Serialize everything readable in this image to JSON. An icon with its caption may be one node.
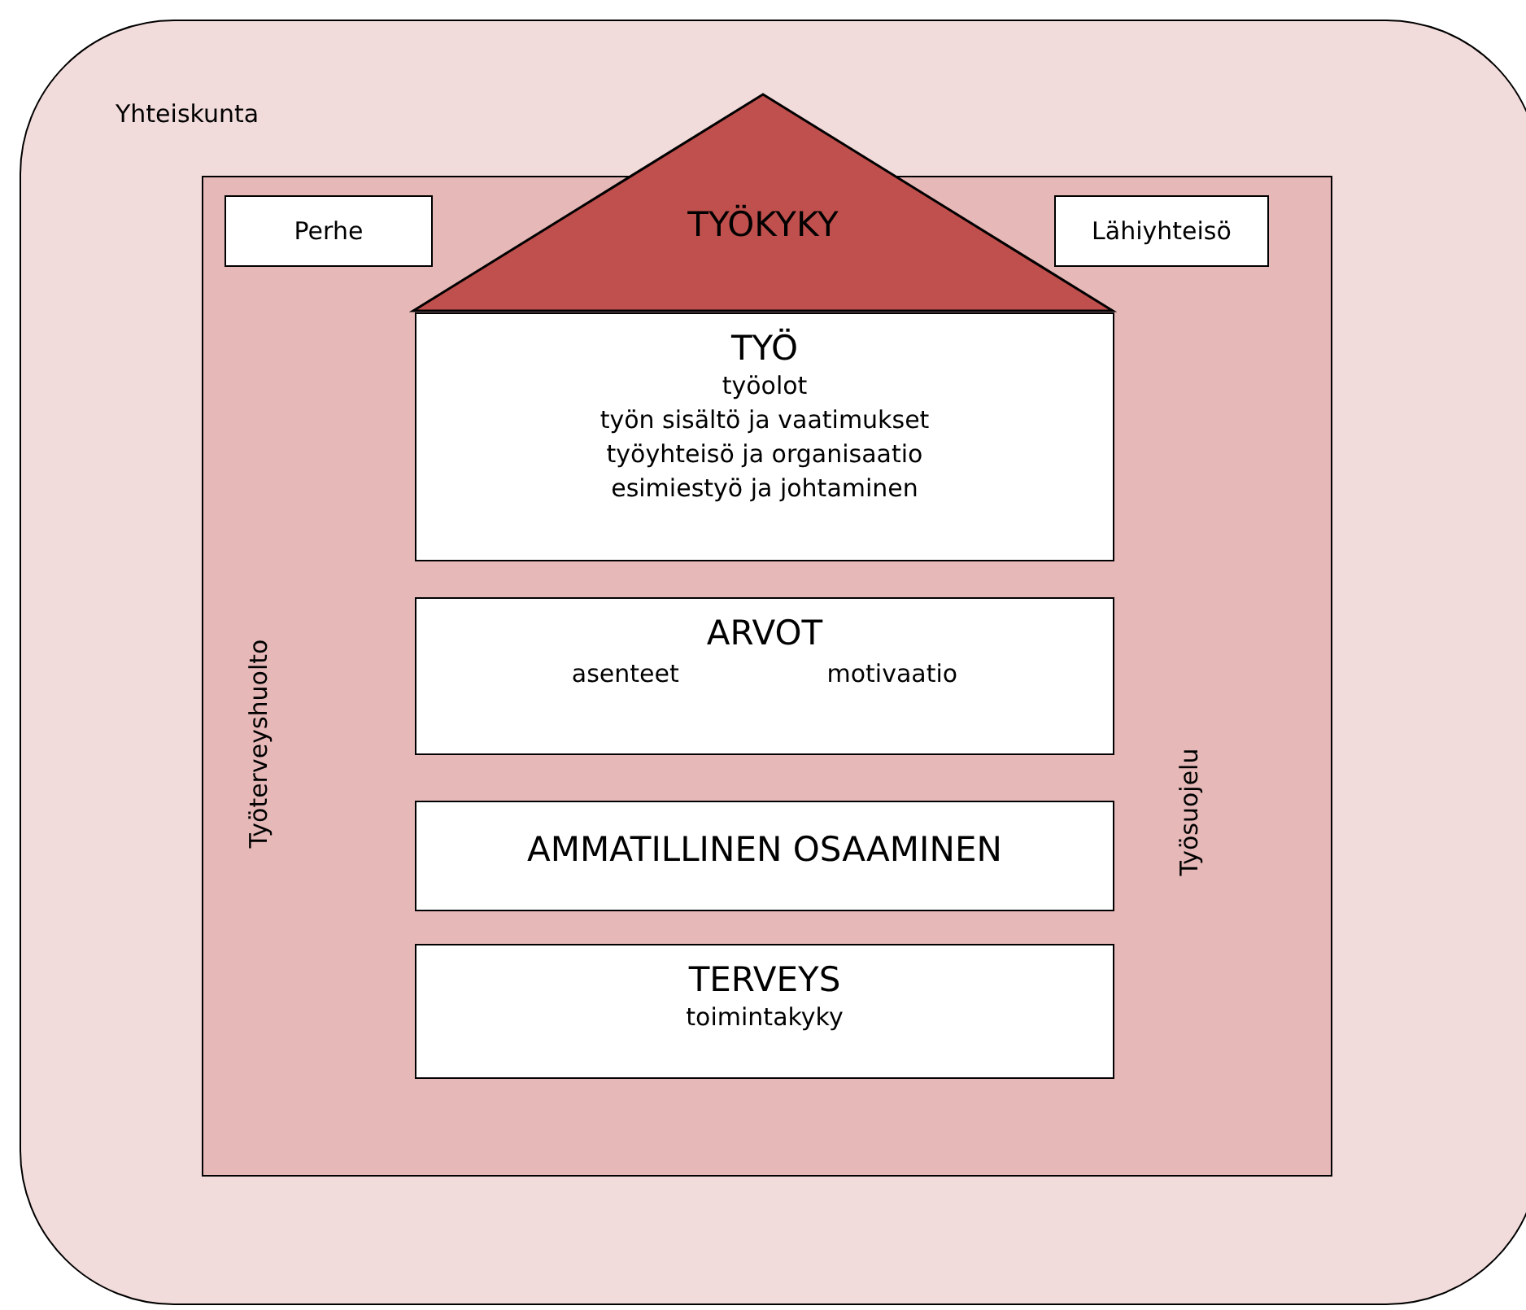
{
  "diagram": {
    "nodes": [
      {
        "text": [
          "Yhteiskunta"
        ]
      },
      {
        "text": [],
        "shape": "box",
        "in": 0
      },
      {
        "text": [
          "Perhe"
        ],
        "in": 1
      },
      {
        "text": [
          "TYÖKYKY"
        ],
        "in": 0
      },
      {
        "text": [
          "Lähiyhteisö"
        ],
        "in": 1
      },
      {
        "text": [
          "TYÖ",
          "työolot",
          "työn sisältö ja vaatimukset",
          "työyhteisö ja organisaatio",
          "esimiestyö ja johtaminen"
        ],
        "in": 1
      },
      {
        "text": [
          "ARVOT",
          "asenteet",
          "motivaatio"
        ],
        "in": 1
      },
      {
        "text": [
          "AMMATILLINEN OSAAMINEN"
        ],
        "in": 1
      },
      {
        "text": [
          "TERVEYS",
          "toimintakyky"
        ],
        "in": 1
      }
    ],
    "edges": [],
    "labels": [
      "Työterveyshuolto",
      "Työsuojelu"
    ]
  }
}
